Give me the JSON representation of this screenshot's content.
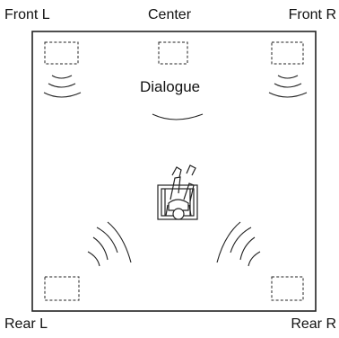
{
  "labels": {
    "front_left": "Front L",
    "center": "Center",
    "front_right": "Front R",
    "rear_left": "Rear L",
    "rear_right": "Rear R",
    "dialogue": "Dialogue"
  },
  "colors": {
    "line": "#222222",
    "background": "#ffffff"
  }
}
